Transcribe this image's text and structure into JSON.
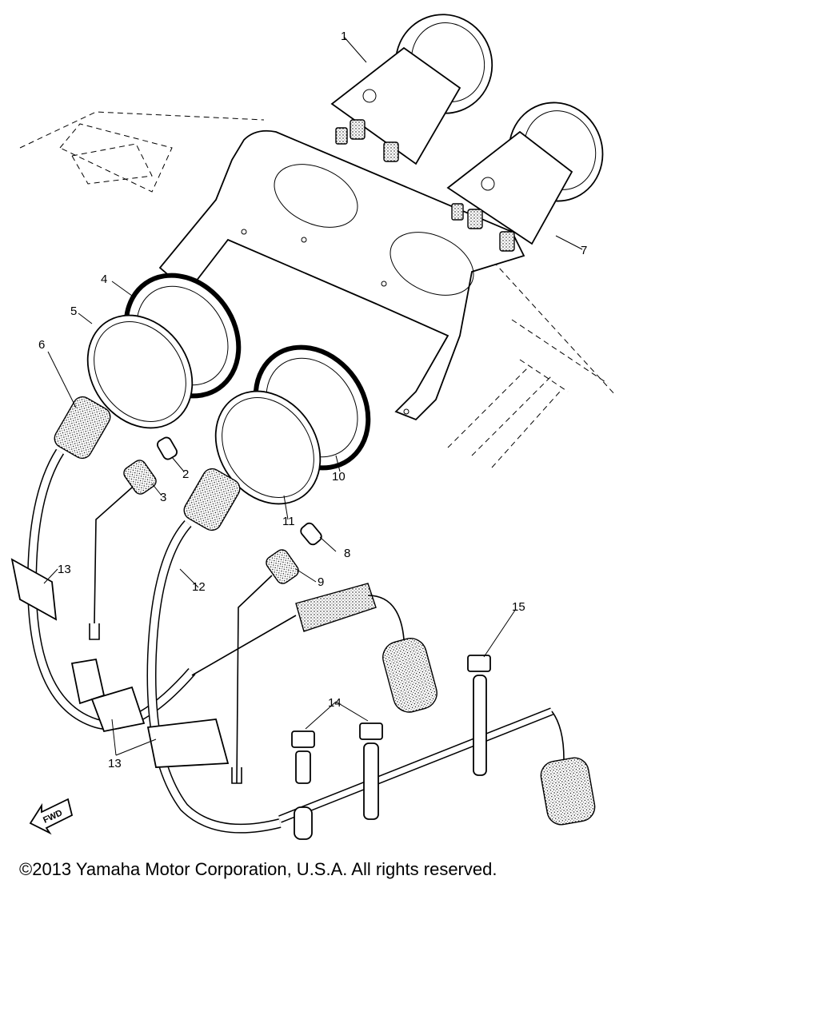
{
  "diagram": {
    "callouts": [
      {
        "id": "1",
        "label": "1"
      },
      {
        "id": "2",
        "label": "2"
      },
      {
        "id": "3",
        "label": "3"
      },
      {
        "id": "4",
        "label": "4"
      },
      {
        "id": "5",
        "label": "5"
      },
      {
        "id": "6",
        "label": "6"
      },
      {
        "id": "7",
        "label": "7"
      },
      {
        "id": "8",
        "label": "8"
      },
      {
        "id": "9",
        "label": "9"
      },
      {
        "id": "10",
        "label": "10"
      },
      {
        "id": "11",
        "label": "11"
      },
      {
        "id": "12",
        "label": "12"
      },
      {
        "id": "13a",
        "label": "13"
      },
      {
        "id": "13b",
        "label": "13"
      },
      {
        "id": "14",
        "label": "14"
      },
      {
        "id": "15",
        "label": "15"
      }
    ],
    "direction_marker": "FWD"
  },
  "footer": {
    "copyright": "©2013 Yamaha Motor Corporation, U.S.A. All rights reserved."
  }
}
